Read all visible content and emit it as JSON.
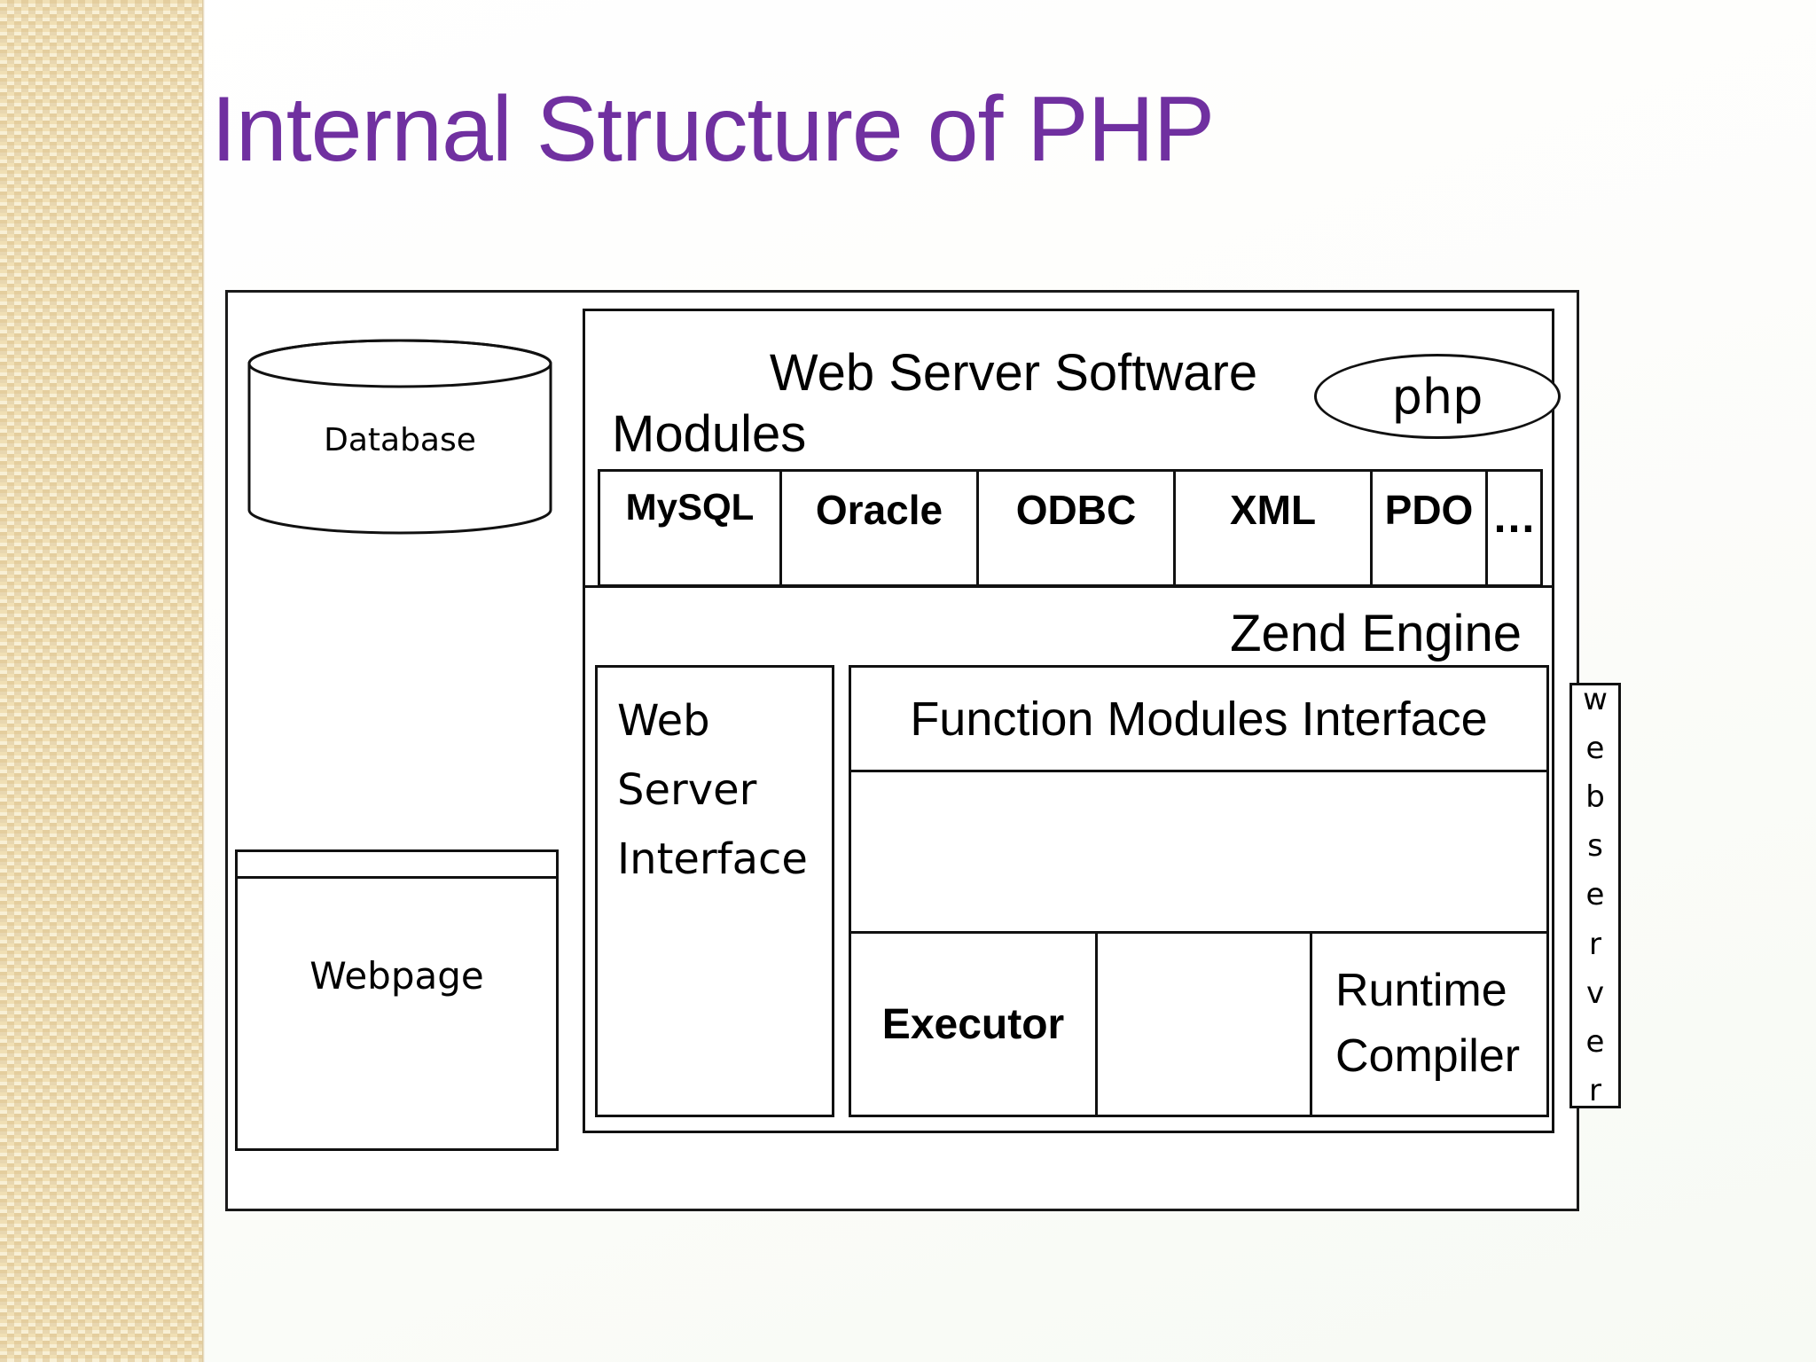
{
  "slide": {
    "title": "Internal Structure of PHP",
    "title_color": "#7030A0",
    "sidebar_color": "#F0DFB4"
  },
  "diagram": {
    "database": {
      "label": "Database",
      "shape": "cylinder"
    },
    "webpage": {
      "label": "Webpage",
      "shape": "browser-window"
    },
    "web_server_software": {
      "title": "Web Server Software",
      "modules_label": "Modules",
      "php_badge": "php",
      "modules": [
        {
          "label": "MySQL"
        },
        {
          "label": "Oracle"
        },
        {
          "label": "ODBC"
        },
        {
          "label": "XML"
        },
        {
          "label": "PDO"
        },
        {
          "label": "…"
        }
      ]
    },
    "zend_engine": {
      "title": "Zend Engine",
      "web_server_interface": {
        "line1": "Web",
        "line2": "Server",
        "line3": "Interface"
      },
      "function_modules_interface": "Function Modules Interface",
      "blank_row": "",
      "executor": "Executor",
      "middle_blank": "",
      "runtime_compiler": {
        "line1": "Runtime",
        "line2": "Compiler"
      }
    },
    "webserver_strip": {
      "text": "webserver",
      "letters": [
        "w",
        "e",
        "b",
        "s",
        "e",
        "r",
        "v",
        "e",
        "r"
      ]
    }
  }
}
